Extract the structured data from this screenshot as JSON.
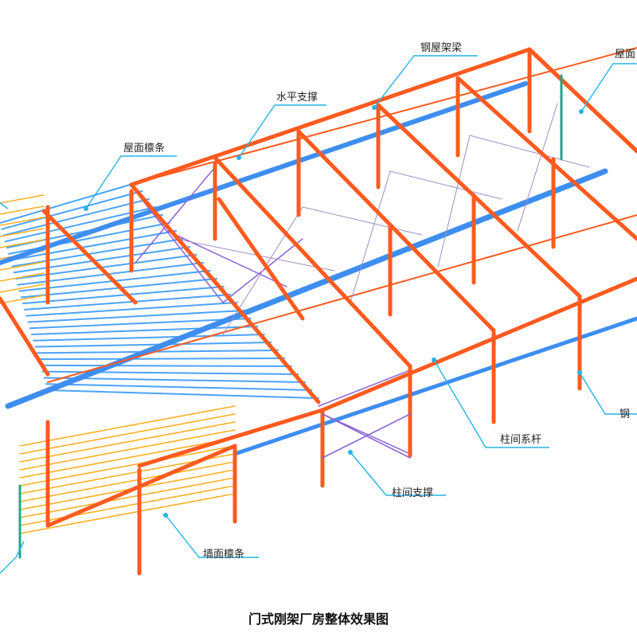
{
  "labels": {
    "roof_beam": "钢屋架梁",
    "roof_partial": "屋面",
    "horizontal_brace": "水平支撑",
    "roof_purlin": "屋面檩条",
    "column_tie": "柱间系杆",
    "steel_partial": "钢",
    "column_brace": "柱间支撑",
    "wall_purlin": "墙面檩条"
  },
  "caption": "门式刚架厂房整体效果图",
  "colors": {
    "frame": "#ff5a1f",
    "frame_dark": "#d9421a",
    "tie": "#3e8ef0",
    "brace": "#8a63d2",
    "purlin_roof": "#4aa3ff",
    "purlin_wall": "#ffb020",
    "leader": "#23b4e6",
    "teal": "#1ba78f"
  }
}
